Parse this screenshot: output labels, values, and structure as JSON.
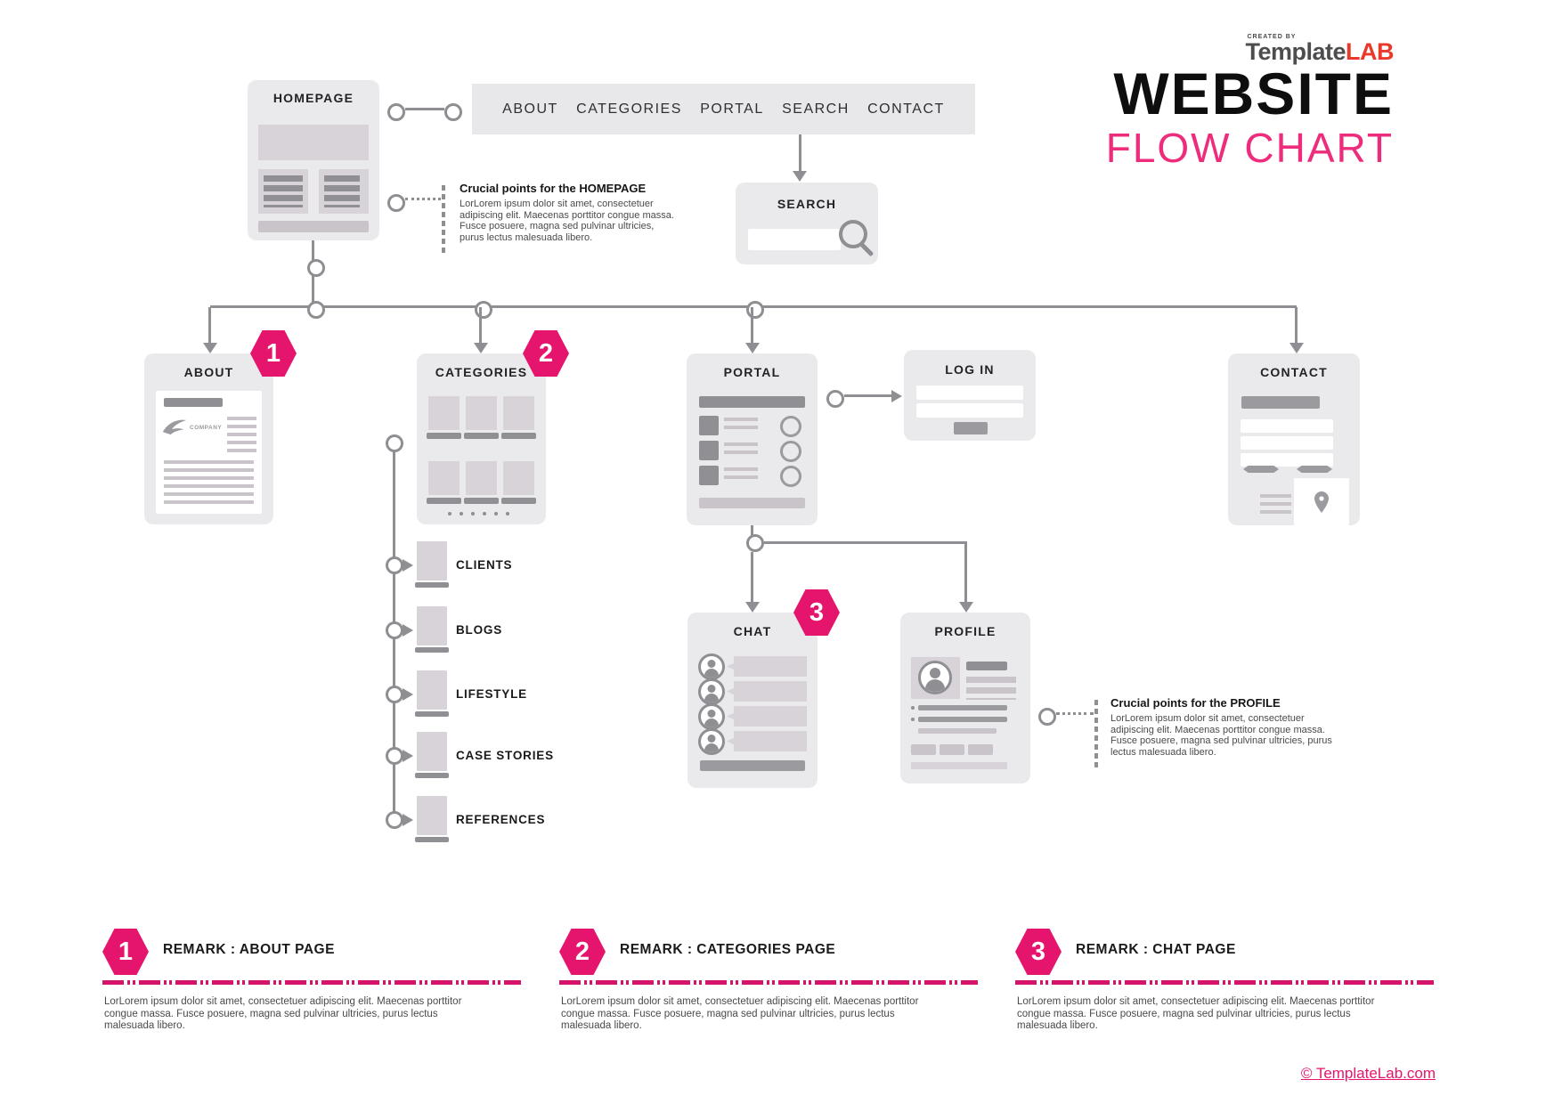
{
  "header": {
    "created_by": "CREATED BY",
    "logo_template": "Template",
    "logo_lab": "LAB",
    "title": "WEBSITE",
    "subtitle": "FLOW CHART"
  },
  "nav": {
    "items": [
      "ABOUT",
      "CATEGORIES",
      "PORTAL",
      "SEARCH",
      "CONTACT"
    ]
  },
  "nodes": {
    "homepage": {
      "label": "HOMEPAGE"
    },
    "search": {
      "label": "SEARCH"
    },
    "about": {
      "label": "ABOUT",
      "badge": "1",
      "logo_text": "COMPANY"
    },
    "categories": {
      "label": "CATEGORIES",
      "badge": "2"
    },
    "portal": {
      "label": "PORTAL"
    },
    "login": {
      "label": "LOG IN"
    },
    "contact": {
      "label": "CONTACT"
    },
    "chat": {
      "label": "CHAT",
      "badge": "3"
    },
    "profile": {
      "label": "PROFILE"
    }
  },
  "subcategories": [
    "CLIENTS",
    "BLOGS",
    "LIFESTYLE",
    "CASE STORIES",
    "REFERENCES"
  ],
  "notes": {
    "homepage": {
      "title": "Crucial points for the HOMEPAGE",
      "body": "LorLorem ipsum dolor sit amet, consectetuer adipiscing elit. Maecenas porttitor congue massa. Fusce posuere, magna sed pulvinar ultricies, purus lectus malesuada libero."
    },
    "profile": {
      "title": "Crucial points for the PROFILE",
      "body": "LorLorem ipsum dolor sit amet, consectetuer adipiscing elit. Maecenas porttitor congue massa. Fusce posuere, magna sed pulvinar ultricies, purus lectus malesuada libero."
    }
  },
  "remarks": [
    {
      "number": "1",
      "title": "REMARK : ABOUT PAGE",
      "body": "LorLorem ipsum dolor sit amet, consectetuer adipiscing elit. Maecenas porttitor congue massa. Fusce posuere, magna sed pulvinar ultricies, purus lectus malesuada libero."
    },
    {
      "number": "2",
      "title": "REMARK : CATEGORIES PAGE",
      "body": "LorLorem ipsum dolor sit amet, consectetuer adipiscing elit. Maecenas porttitor congue massa. Fusce posuere, magna sed pulvinar ultricies, purus lectus malesuada libero."
    },
    {
      "number": "3",
      "title": "REMARK : CHAT PAGE",
      "body": "LorLorem ipsum dolor sit amet, consectetuer adipiscing elit. Maecenas porttitor congue massa. Fusce posuere, magna sed pulvinar ultricies, purus lectus malesuada libero."
    }
  ],
  "footer": {
    "credit": "© TemplateLab.com"
  },
  "icons": {
    "search": "magnifier-icon",
    "location": "map-pin-icon",
    "user": "person-icon",
    "company_logo": "eagle-icon"
  },
  "colors": {
    "accent_pink": "#E5156D",
    "subtitle_pink": "#EE2C7C",
    "logo_red": "#E8392B",
    "connector_gray": "#8E8E93",
    "panel_gray": "#EAEAEC"
  }
}
